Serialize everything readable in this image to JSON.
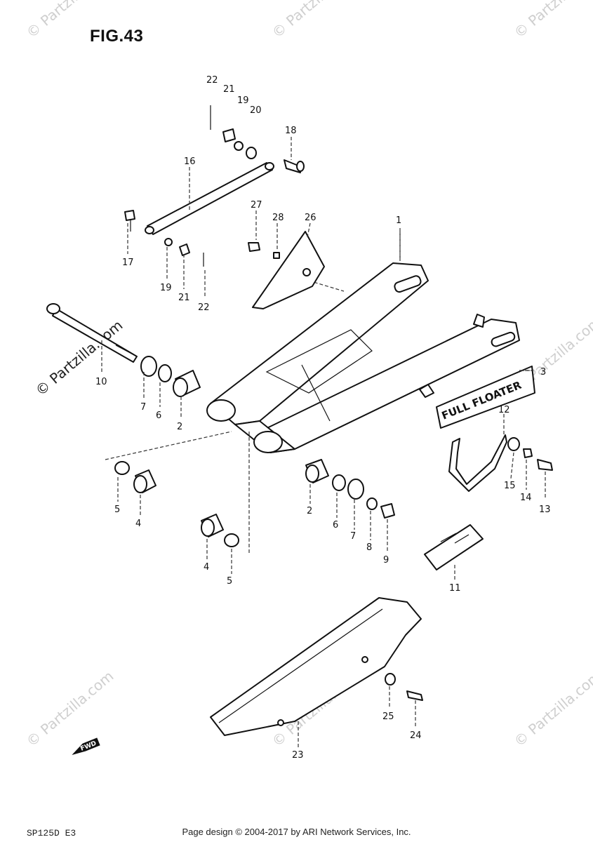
{
  "figure": {
    "title": "FIG.43"
  },
  "footer": {
    "model_code": "SP125D E3",
    "copyright": "Page design © 2004-2017 by ARI Network Services, Inc."
  },
  "watermark": "© Partzilla.com",
  "badges": {
    "fwd": "FWD",
    "full_floater": "FULL FLOATER"
  },
  "callouts": [
    {
      "id": "1",
      "label": "1"
    },
    {
      "id": "3",
      "label": "3"
    },
    {
      "id": "10",
      "label": "10"
    },
    {
      "id": "7a",
      "label": "7"
    },
    {
      "id": "6a",
      "label": "6"
    },
    {
      "id": "2a",
      "label": "2"
    },
    {
      "id": "5a",
      "label": "5"
    },
    {
      "id": "4a",
      "label": "4"
    },
    {
      "id": "4b",
      "label": "4"
    },
    {
      "id": "5b",
      "label": "5"
    },
    {
      "id": "2b",
      "label": "2"
    },
    {
      "id": "6b",
      "label": "6"
    },
    {
      "id": "7b",
      "label": "7"
    },
    {
      "id": "8",
      "label": "8"
    },
    {
      "id": "9",
      "label": "9"
    },
    {
      "id": "11",
      "label": "11"
    },
    {
      "id": "12",
      "label": "12"
    },
    {
      "id": "15",
      "label": "15"
    },
    {
      "id": "14",
      "label": "14"
    },
    {
      "id": "13",
      "label": "13"
    },
    {
      "id": "16",
      "label": "16"
    },
    {
      "id": "17",
      "label": "17"
    },
    {
      "id": "19a",
      "label": "19"
    },
    {
      "id": "21a",
      "label": "21"
    },
    {
      "id": "22a",
      "label": "22"
    },
    {
      "id": "22b",
      "label": "22"
    },
    {
      "id": "21b",
      "label": "21"
    },
    {
      "id": "19b",
      "label": "19"
    },
    {
      "id": "20",
      "label": "20"
    },
    {
      "id": "18",
      "label": "18"
    },
    {
      "id": "27",
      "label": "27"
    },
    {
      "id": "28",
      "label": "28"
    },
    {
      "id": "26",
      "label": "26"
    },
    {
      "id": "23",
      "label": "23"
    },
    {
      "id": "24",
      "label": "24"
    },
    {
      "id": "25",
      "label": "25"
    }
  ],
  "colors": {
    "ink": "#111111",
    "watermark": "#cfcfcf",
    "background": "#ffffff"
  }
}
